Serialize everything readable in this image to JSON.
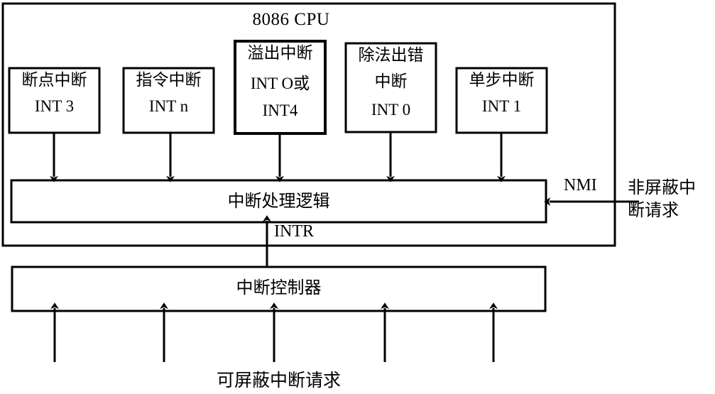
{
  "diagram": {
    "title": "8086 CPU",
    "cpu_box_label": "8086 CPU",
    "interrupt_sources": [
      {
        "id": "breakpoint",
        "lines": [
          "断点中断",
          "INT 3"
        ],
        "line1": "断点中断",
        "line2": "INT 3",
        "line3": ""
      },
      {
        "id": "instruction",
        "lines": [
          "指令中断",
          "INT n"
        ],
        "line1": "指令中断",
        "line2": "INT n",
        "line3": ""
      },
      {
        "id": "overflow",
        "lines": [
          "溢出中断",
          "INT O或",
          "INT4"
        ],
        "line1": "溢出中断",
        "line2": "INT O或",
        "line3": "INT4"
      },
      {
        "id": "divide-error",
        "lines": [
          "除法出错",
          "中断",
          "INT 0"
        ],
        "line1": "除法出错",
        "line2": "中断",
        "line3": "INT 0"
      },
      {
        "id": "single-step",
        "lines": [
          "单步中断",
          "INT 1"
        ],
        "line1": "单步中断",
        "line2": "INT 1",
        "line3": ""
      }
    ],
    "interrupt_logic_bar": "中断处理逻辑",
    "interrupt_controller_bar": "中断控制器",
    "signals": {
      "intr": "INTR",
      "nmi": "NMI",
      "nmi_description_line1": "非屏蔽中",
      "nmi_description_line2": "断请求",
      "maskable_request": "可屏蔽中断请求"
    },
    "colors": {
      "stroke": "#000000",
      "background": "#ffffff"
    }
  }
}
